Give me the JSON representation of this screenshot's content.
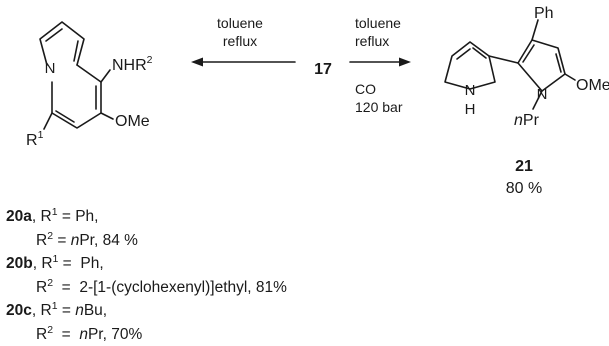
{
  "reagent": "17",
  "left_arrow": {
    "line1": "toluene",
    "line2": "reflux"
  },
  "right_arrow": {
    "line1": "toluene",
    "line2": "reflux",
    "line3": "CO",
    "line4": "120 bar"
  },
  "compound_20": {
    "nhr_label": "NHR",
    "nhr_sup": "2",
    "n_atom": "N",
    "ome": "OMe",
    "r1": "R",
    "r1_sup": "1"
  },
  "compound_21": {
    "ph": "Ph",
    "nh_n": "N",
    "nh_h": "H",
    "n_atom": "N",
    "n_sub_italic": "n",
    "n_sub": "Pr",
    "ome": "OMe",
    "id": "21",
    "yield": "80 %"
  },
  "entries": [
    {
      "id": "20a",
      "r1_label": ", R",
      "r1_sup": "1",
      "r1_eq": " = ",
      "r1_italic": "",
      "r1_val": "Ph,",
      "r2_label": "R",
      "r2_sup": "2",
      "r2_eq": " = ",
      "r2_italic": "n",
      "r2_val": "Pr, 84 %"
    },
    {
      "id": "20b",
      "r1_label": ", R",
      "r1_sup": "1",
      "r1_eq": " =  ",
      "r1_italic": "",
      "r1_val": "Ph,",
      "r2_label": "R",
      "r2_sup": "2",
      "r2_eq": "  =  ",
      "r2_italic": "",
      "r2_val": "2-[1-(cyclohexenyl)]ethyl, 81%"
    },
    {
      "id": "20c",
      "r1_label": ", R",
      "r1_sup": "1",
      "r1_eq": " = ",
      "r1_italic": "n",
      "r1_val": "Bu,",
      "r2_label": "R",
      "r2_sup": "2",
      "r2_eq": "  =  ",
      "r2_italic": "n",
      "r2_val": "Pr, 70%"
    }
  ]
}
